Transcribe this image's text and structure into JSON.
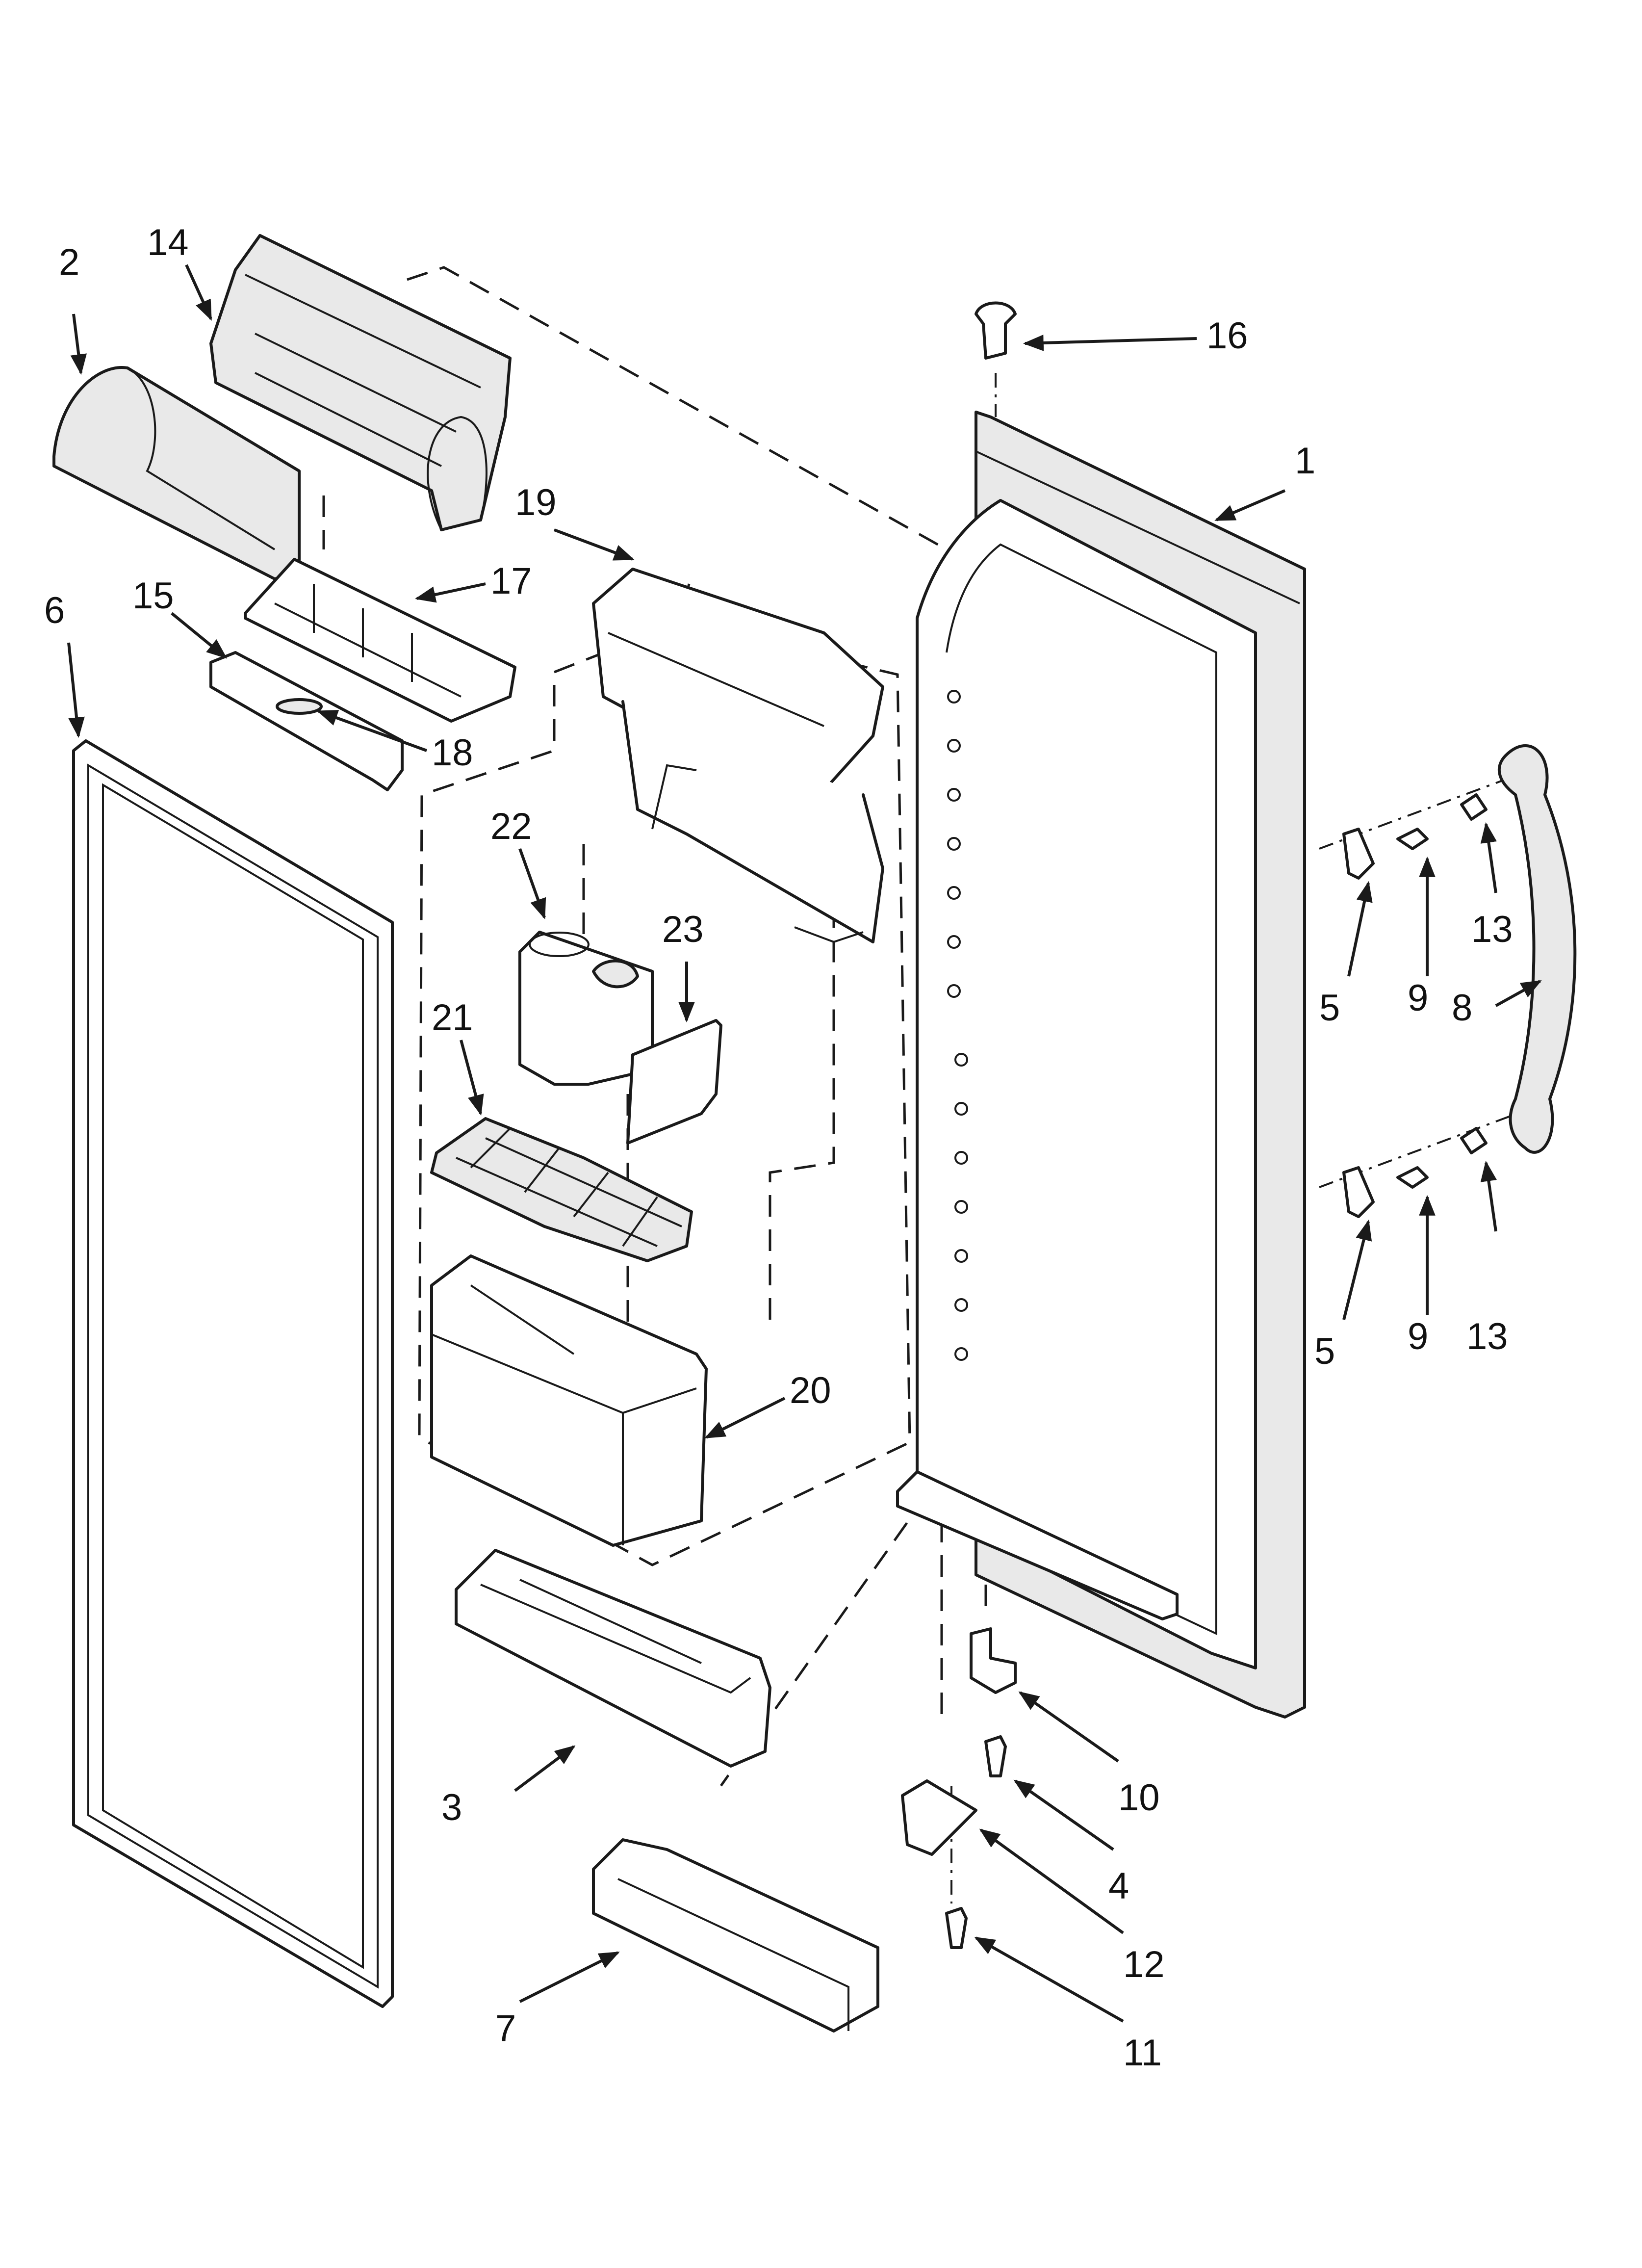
{
  "callouts": [
    {
      "id": "c1",
      "label": "1"
    },
    {
      "id": "c2",
      "label": "2"
    },
    {
      "id": "c3",
      "label": "3"
    },
    {
      "id": "c4",
      "label": "4"
    },
    {
      "id": "c5a",
      "label": "5"
    },
    {
      "id": "c5b",
      "label": "5"
    },
    {
      "id": "c6",
      "label": "6"
    },
    {
      "id": "c7",
      "label": "7"
    },
    {
      "id": "c8",
      "label": "8"
    },
    {
      "id": "c9a",
      "label": "9"
    },
    {
      "id": "c9b",
      "label": "9"
    },
    {
      "id": "c10",
      "label": "10"
    },
    {
      "id": "c11",
      "label": "11"
    },
    {
      "id": "c12",
      "label": "12"
    },
    {
      "id": "c13a",
      "label": "13"
    },
    {
      "id": "c13b",
      "label": "13"
    },
    {
      "id": "c14",
      "label": "14"
    },
    {
      "id": "c15",
      "label": "15"
    },
    {
      "id": "c16",
      "label": "16"
    },
    {
      "id": "c17",
      "label": "17"
    },
    {
      "id": "c18",
      "label": "18"
    },
    {
      "id": "c19",
      "label": "19"
    },
    {
      "id": "c20",
      "label": "20"
    },
    {
      "id": "c21",
      "label": "21"
    },
    {
      "id": "c22",
      "label": "22"
    },
    {
      "id": "c23",
      "label": "23"
    }
  ]
}
